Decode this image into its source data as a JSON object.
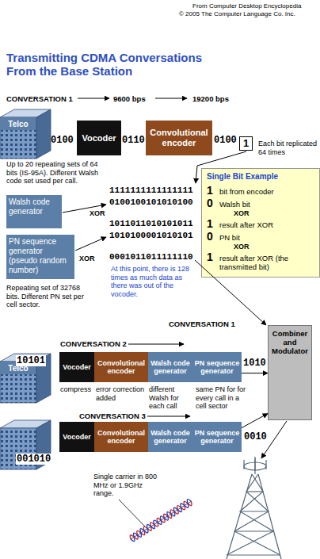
{
  "diagram": {
    "title": "Transmitting CDMA Conversations From the Base Station",
    "nodes": [
      {
        "text": [
          "Telco"
        ]
      },
      {
        "text": [
          "Vocoder"
        ]
      },
      {
        "text": [
          "Convolutional encoder"
        ]
      },
      {
        "text": [
          "1"
        ]
      },
      {
        "text": [
          "Walsh code generator"
        ]
      },
      {
        "text": [
          "PN sequence generator (pseudo random number)"
        ]
      },
      {
        "text": [
          "Single Bit Example",
          "1",
          "bit from encoder",
          "0",
          "Walsh bit",
          "XOR",
          "1",
          "result after XOR",
          "0",
          "PN bit",
          "XOR",
          "1",
          "result after XOR (the transmitted bit)"
        ]
      },
      {
        "text": [
          "Combiner and Modulator"
        ]
      },
      {
        "text": [
          "Telco"
        ]
      },
      {
        "text": [
          "Vocoder"
        ]
      },
      {
        "text": [
          "Convolutional encoder"
        ]
      },
      {
        "text": [
          "Walsh code generator"
        ]
      },
      {
        "text": [
          "PN sequence generator"
        ]
      },
      {
        "text": [
          "Vocoder"
        ]
      },
      {
        "text": [
          "Convolutional encoder"
        ]
      },
      {
        "text": [
          "Walsh code generator"
        ]
      },
      {
        "text": [
          "PN sequence generator"
        ]
      }
    ],
    "edges": [
      {
        "from": 12,
        "to": 7,
        "arrow": "to"
      },
      {
        "from": 16,
        "to": 7,
        "arrow": "to"
      }
    ],
    "labels": [
      "From Computer Desktop Encyclopedia",
      "© 2005 The Computer Language Co. Inc.",
      "CONVERSATION 1",
      "9600 bps",
      "19200 bps",
      "0100",
      "0110",
      "0100",
      "Each bit replicated 64 times",
      "Up to 20 repeating sets of 64 bits (IS-95A). Different Walsh code set used per call.",
      "1111111111111111",
      "0100100101010100",
      "XOR",
      "1011011010101011",
      "1010100001010101",
      "XOR",
      "0001011011111110",
      "At this point, there is 128 times as much data as there was out of the vocoder.",
      "Repeating set of 32768 bits. Different PN set per cell sector.",
      "CONVERSATION 1",
      "CONVERSATION 2",
      "10101",
      "1010",
      "compress",
      "error correction added",
      "different Walsh for each call",
      "same PN for for every call in a cell sector",
      "CONVERSATION 3",
      "001010",
      "0010",
      "Single carrier in 800 MHz or 1.9GHz range."
    ]
  }
}
